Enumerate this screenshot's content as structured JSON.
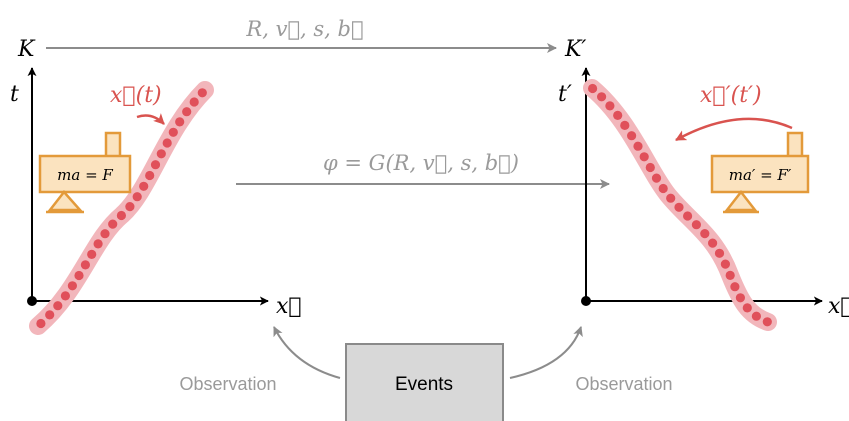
{
  "frames": {
    "left": {
      "name": "K",
      "time_axis": "t",
      "space_axis": "x⃗"
    },
    "right": {
      "name": "K′",
      "time_axis": "t′",
      "space_axis": "x⃗′"
    }
  },
  "transform": {
    "top_label": "R, v⃗, s, b⃗",
    "middle_label": "φ = G(R, v⃗, s, b⃗)"
  },
  "trajectories": {
    "left": {
      "label": "x⃗(t)"
    },
    "right": {
      "label": "x⃗′(t′)"
    }
  },
  "machines": {
    "left": {
      "equation": "ma = F"
    },
    "right": {
      "equation": "ma′ = F′"
    }
  },
  "events": {
    "label": "Events"
  },
  "observations": {
    "left": "Observation",
    "right": "Observation"
  },
  "colors": {
    "axis": "#000000",
    "arrow_gray": "#8c8c8c",
    "label_gray": "#9a9a9a",
    "trajectory_band": "#f2b6bb",
    "trajectory_dots": "#e0505a",
    "trajectory_label": "#d9534f",
    "machine_fill": "#fbe3bf",
    "machine_stroke": "#e39a3a",
    "events_fill": "#d8d8d8",
    "events_stroke": "#8a8a8a"
  }
}
